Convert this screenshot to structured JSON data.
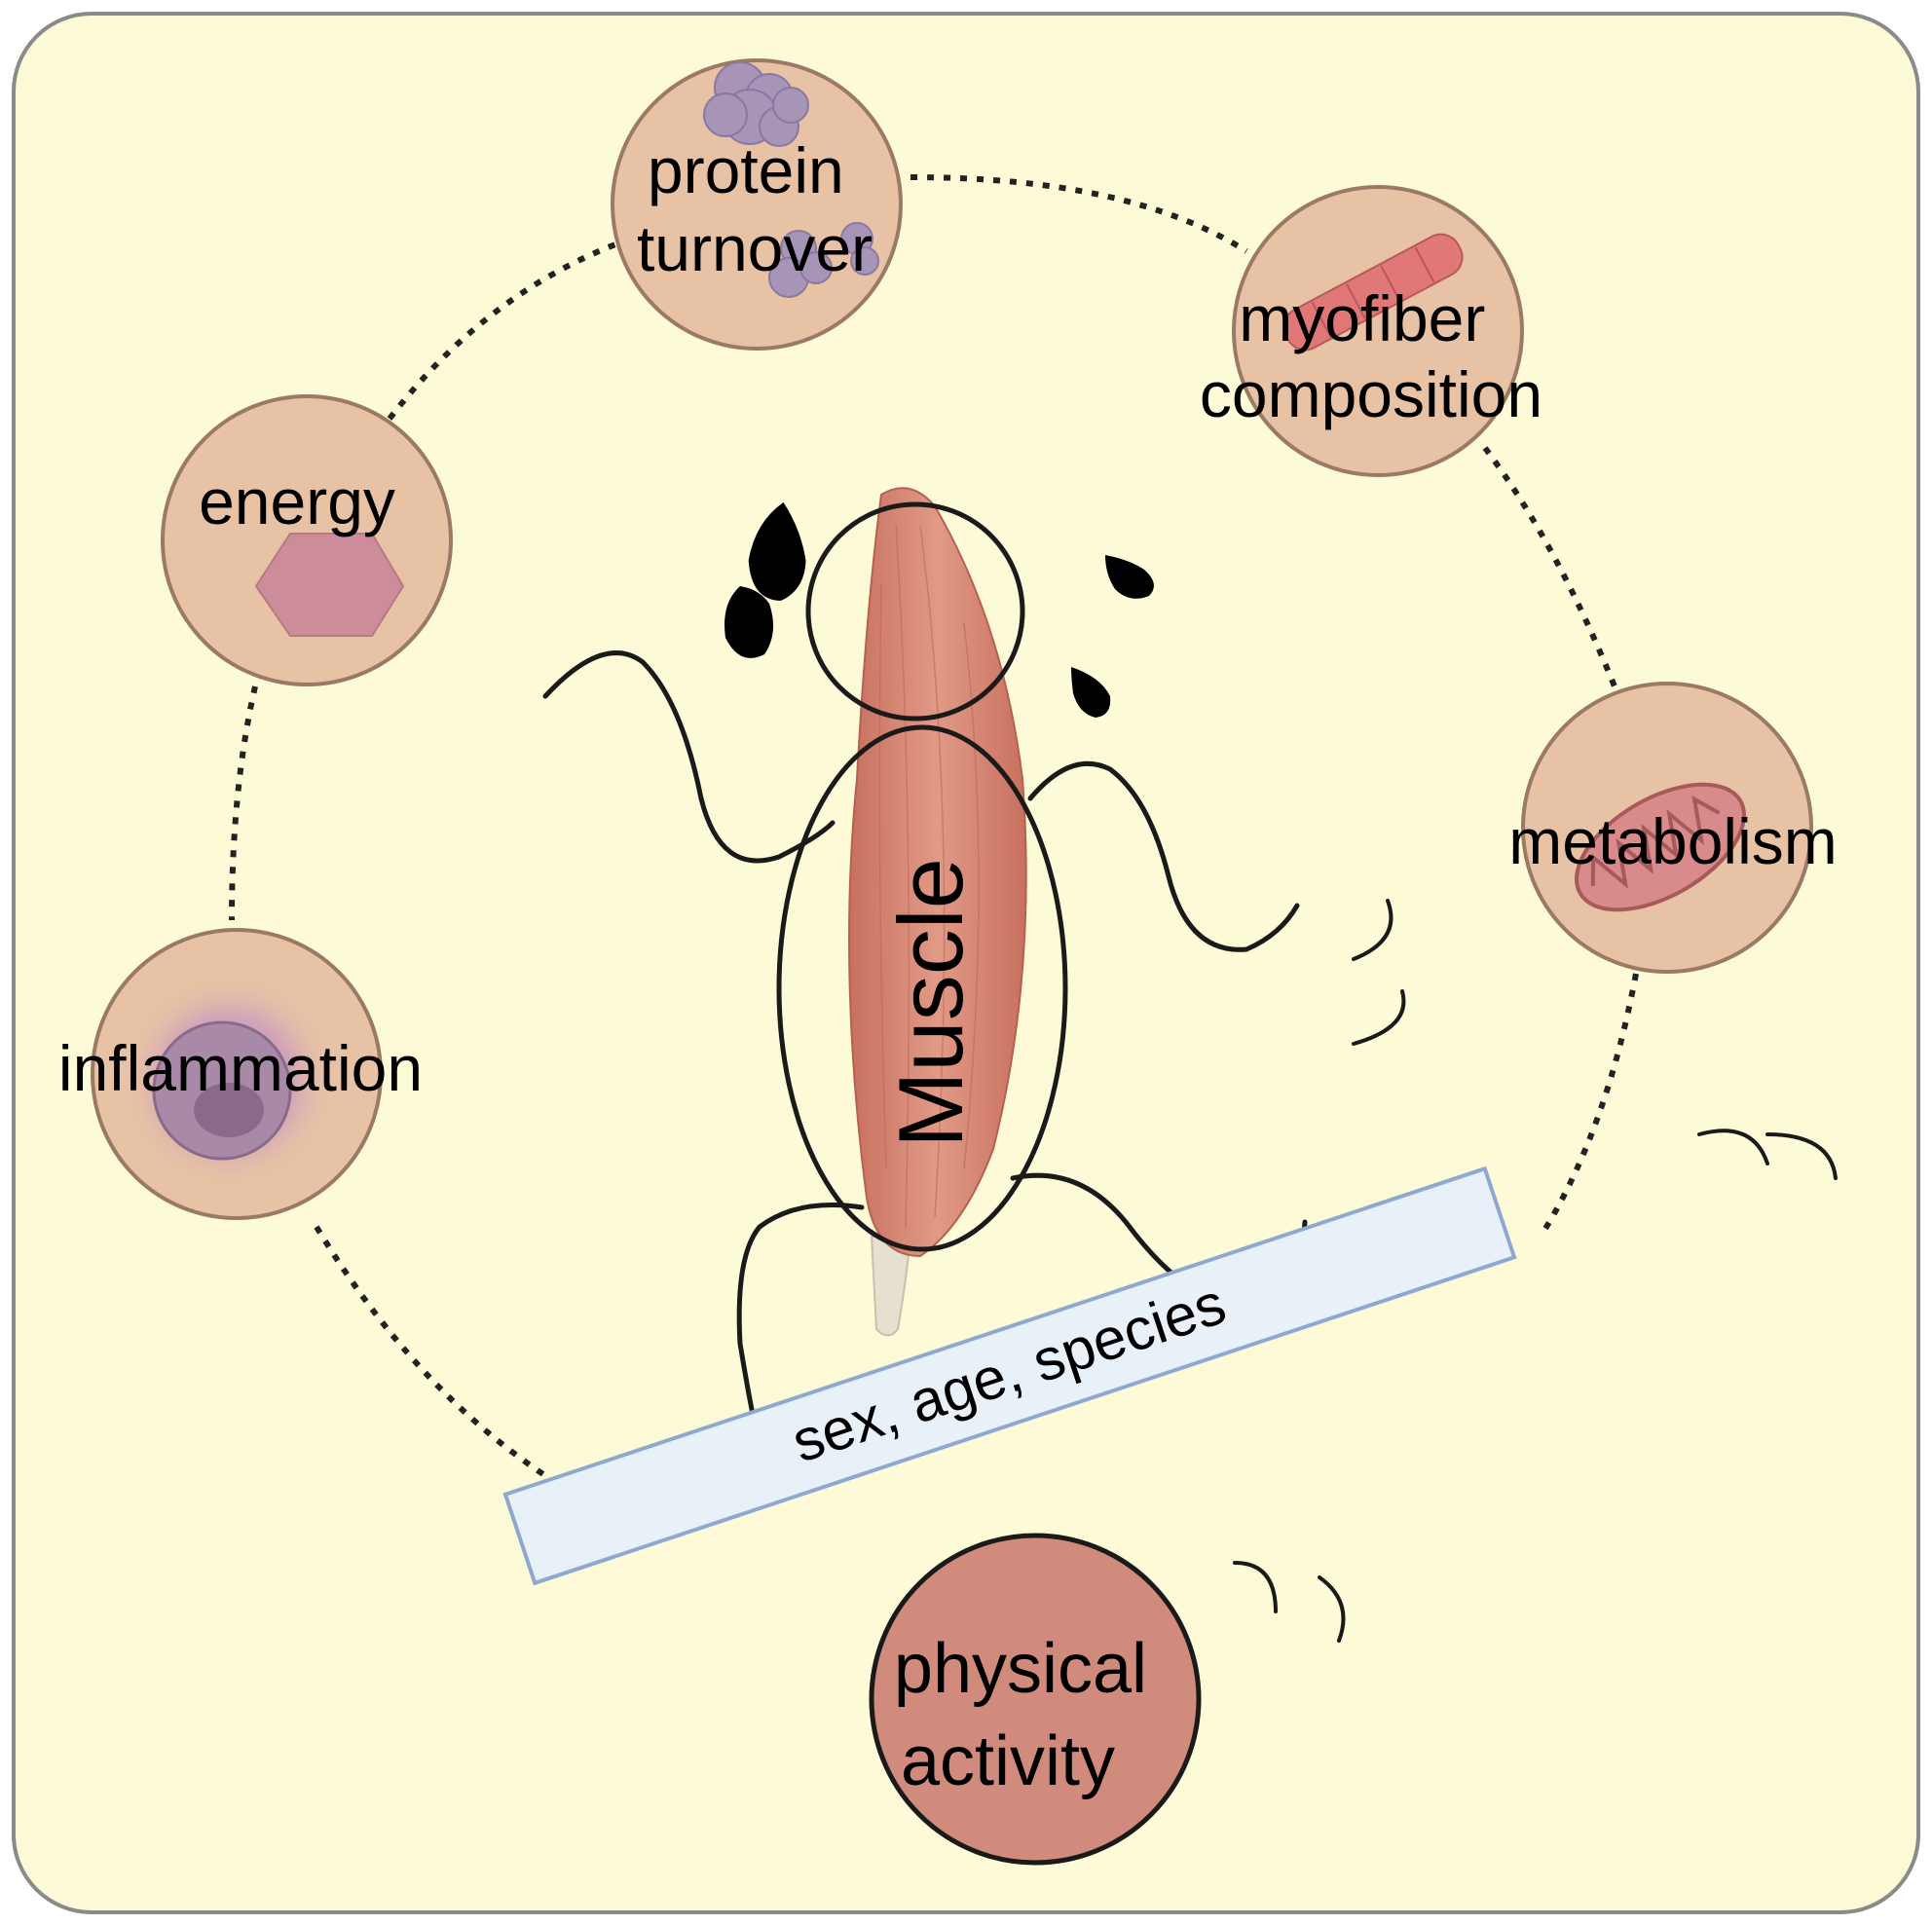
{
  "center": {
    "label": "Muscle"
  },
  "nodes": [
    {
      "id": "protein",
      "lines": [
        "protein",
        "turnover"
      ],
      "icon": "protein-icon"
    },
    {
      "id": "myofiber",
      "lines": [
        "myofiber",
        "composition"
      ],
      "icon": "myofiber-icon"
    },
    {
      "id": "energy",
      "lines": [
        "energy"
      ],
      "icon": "hexagon-icon"
    },
    {
      "id": "metabolism",
      "lines": [
        "metabolism"
      ],
      "icon": "mitochondrion-icon"
    },
    {
      "id": "inflammation",
      "lines": [
        "inflammation"
      ],
      "icon": "immune-cell-icon"
    }
  ],
  "seesaw": {
    "label": "sex, age, species"
  },
  "fulcrum": {
    "lines": [
      "physical",
      "activity"
    ]
  },
  "colors": {
    "background": "#fdfbd7",
    "border": "#8a8a8a",
    "node_fill": "#e7c2a5",
    "node_stroke": "#9b7a65",
    "muscle": "#d98a78",
    "fulcrum_fill": "#d08b7c",
    "plank_fill": "#e8f0f8",
    "plank_stroke": "#8fa8d0"
  }
}
